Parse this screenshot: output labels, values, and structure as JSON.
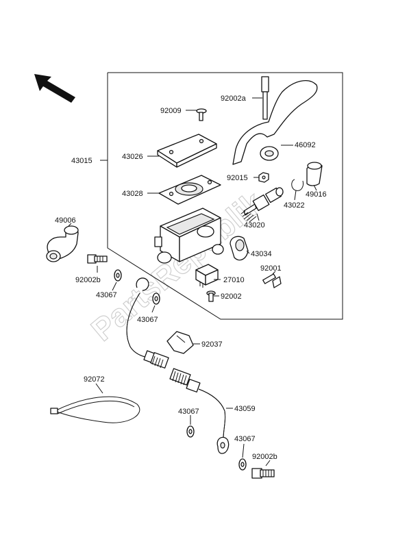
{
  "watermark": "PartsRepublik",
  "labels": {
    "p43015": "43015",
    "p92009": "92009",
    "p92002a": "92002a",
    "p43026": "43026",
    "p46092": "46092",
    "p43028": "43028",
    "p92015": "92015",
    "p49016": "49016",
    "p43022": "43022",
    "p43020": "43020",
    "p43034": "43034",
    "p92001": "92001",
    "p27010": "27010",
    "p92002": "92002",
    "p49006": "49006",
    "p92002b_top": "92002b",
    "p43067_a": "43067",
    "p43067_b": "43067",
    "p92037": "92037",
    "p92072": "92072",
    "p43067_c": "43067",
    "p43059": "43059",
    "p43067_d": "43067",
    "p92002b_bottom": "92002b"
  }
}
